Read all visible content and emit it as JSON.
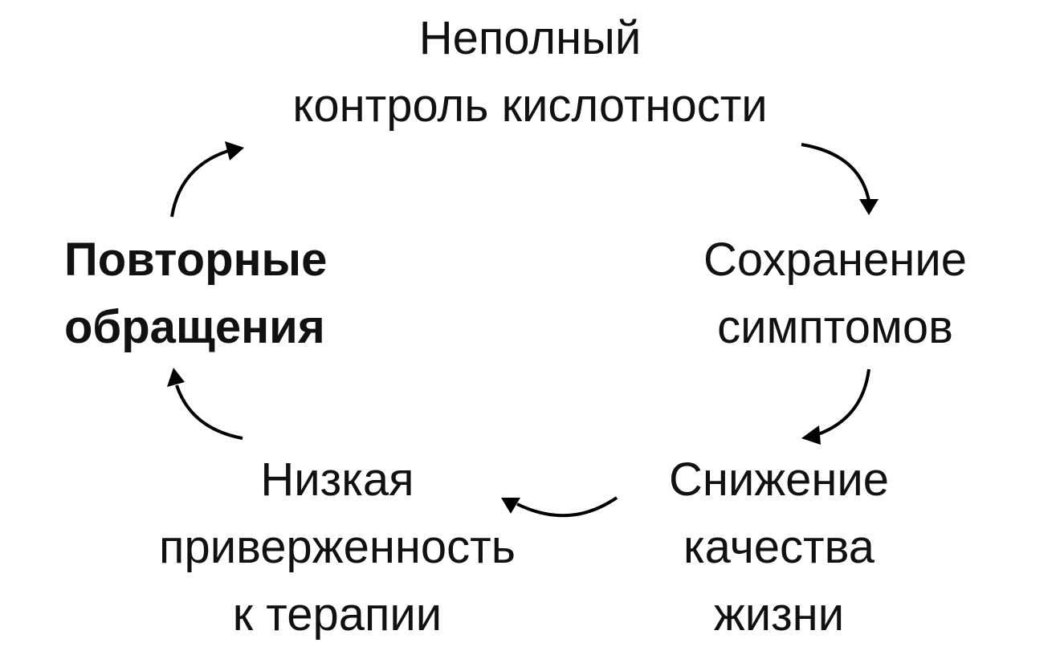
{
  "diagram": {
    "type": "cycle",
    "nodes": [
      {
        "id": "incomplete-acid-control",
        "lines": [
          "Неполный",
          "контроль кислотности"
        ],
        "bold": false
      },
      {
        "id": "symptom-persistence",
        "lines": [
          "Сохранение",
          "симптомов"
        ],
        "bold": false
      },
      {
        "id": "reduced-quality-of-life",
        "lines": [
          "Снижение",
          "качества",
          "жизни"
        ],
        "bold": false
      },
      {
        "id": "low-adherence",
        "lines": [
          "Низкая",
          "приверженность",
          "к терапии"
        ],
        "bold": false
      },
      {
        "id": "repeat-visits",
        "lines": [
          "Повторные",
          "обращения"
        ],
        "bold": true
      }
    ],
    "edges": [
      {
        "from": "incomplete-acid-control",
        "to": "symptom-persistence"
      },
      {
        "from": "symptom-persistence",
        "to": "reduced-quality-of-life"
      },
      {
        "from": "reduced-quality-of-life",
        "to": "low-adherence"
      },
      {
        "from": "low-adherence",
        "to": "repeat-visits"
      },
      {
        "from": "repeat-visits",
        "to": "incomplete-acid-control"
      }
    ],
    "line_color": "#000000"
  }
}
